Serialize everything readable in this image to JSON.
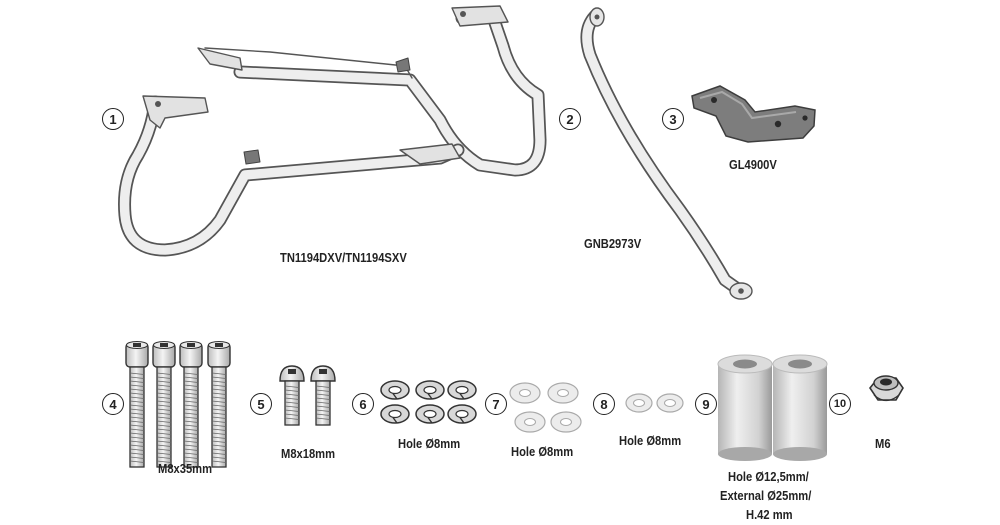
{
  "parts": [
    {
      "number": "1",
      "code": "TN1194DXV/TN1194SXV"
    },
    {
      "number": "2",
      "code": "GNB2973V"
    },
    {
      "number": "3",
      "code": "GL4900V"
    },
    {
      "number": "4",
      "spec": "M8x35mm"
    },
    {
      "number": "5",
      "spec": "M8x18mm"
    },
    {
      "number": "6",
      "spec": "Hole Ø8mm"
    },
    {
      "number": "7",
      "spec": "Hole Ø8mm"
    },
    {
      "number": "8",
      "spec": "Hole Ø8mm"
    },
    {
      "number": "9",
      "spec_lines": [
        "Hole Ø12,5mm/",
        "External Ø25mm/",
        "H.42 mm"
      ]
    },
    {
      "number": "10",
      "spec": "M6"
    }
  ]
}
